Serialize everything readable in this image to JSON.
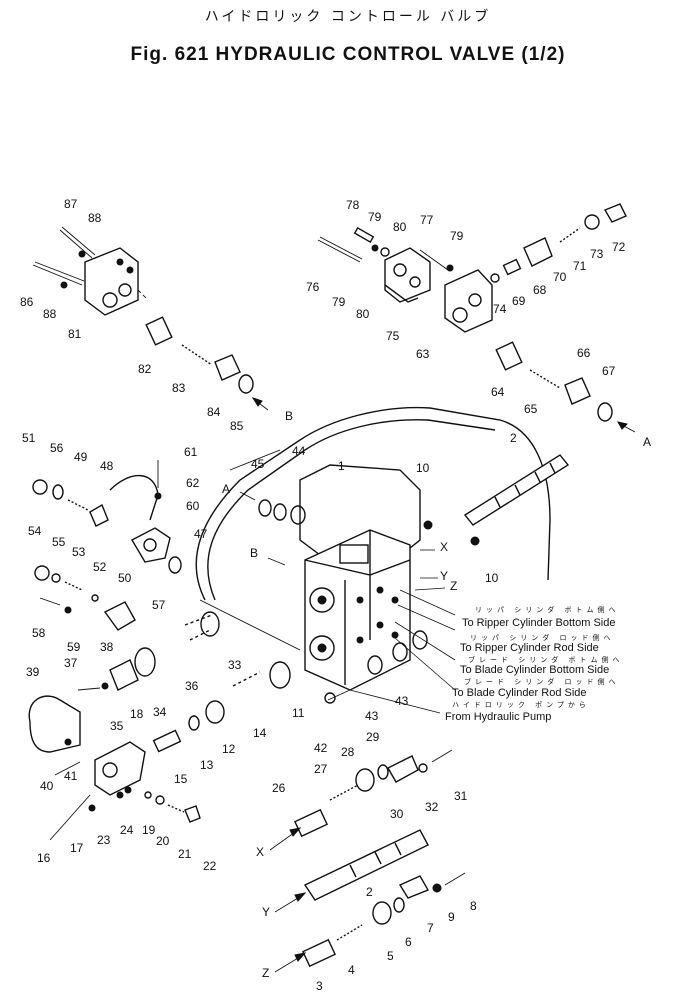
{
  "header": {
    "title_jp": "ハイドロリック コントロール バルブ",
    "title_en": "Fig. 621 HYDRAULIC CONTROL VALVE (1/2)"
  },
  "flow_labels": [
    {
      "jp": "リッパ シリンダ ボトム側へ",
      "en": "To Ripper Cylinder Bottom Side"
    },
    {
      "jp": "リッパ シリンダ ロッド側へ",
      "en": "To Ripper Cylinder Rod Side"
    },
    {
      "jp": "ブレード シリンダ ボトム側へ",
      "en": "To Blade Cylinder Bottom Side"
    },
    {
      "jp": "ブレード シリンダ ロッド側へ",
      "en": "To Blade Cylinder Rod Side"
    },
    {
      "jp": "ハイドロリック ポンプから",
      "en": "From Hydraulic Pump"
    }
  ],
  "view_markers": [
    "A",
    "B",
    "A",
    "B",
    "X",
    "Y",
    "Z",
    "X",
    "Y",
    "Z"
  ],
  "part_numbers": [
    "87",
    "88",
    "86",
    "88",
    "81",
    "82",
    "83",
    "84",
    "85",
    "78",
    "79",
    "80",
    "77",
    "79",
    "76",
    "79",
    "80",
    "75",
    "63",
    "74",
    "69",
    "68",
    "70",
    "71",
    "73",
    "72",
    "64",
    "65",
    "66",
    "67",
    "51",
    "56",
    "49",
    "48",
    "61",
    "62",
    "60",
    "47",
    "45",
    "44",
    "1",
    "10",
    "2",
    "10",
    "54",
    "55",
    "53",
    "52",
    "50",
    "57",
    "58",
    "59",
    "39",
    "37",
    "38",
    "35",
    "34",
    "18",
    "36",
    "33",
    "11",
    "14",
    "12",
    "13",
    "15",
    "40",
    "41",
    "16",
    "17",
    "23",
    "24",
    "19",
    "20",
    "21",
    "22",
    "26",
    "27",
    "28",
    "29",
    "30",
    "32",
    "31",
    "42",
    "43",
    "43",
    "2",
    "9",
    "8",
    "7",
    "6",
    "5",
    "4",
    "3"
  ]
}
